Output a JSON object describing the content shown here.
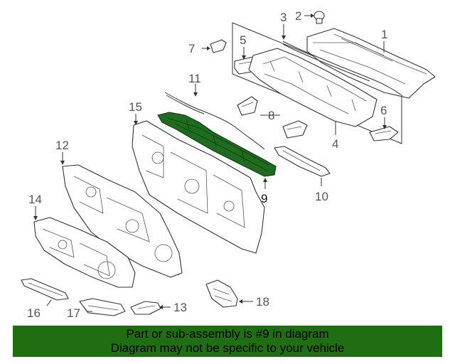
{
  "callouts": {
    "c1": "1",
    "c2": "2",
    "c3": "3",
    "c4": "4",
    "c5": "5",
    "c6": "6",
    "c7": "7",
    "c8": "8",
    "c9": "9",
    "c10": "10",
    "c11": "11",
    "c12": "12",
    "c13": "13",
    "c14": "14",
    "c15": "15",
    "c16": "16",
    "c17": "17",
    "c18": "18"
  },
  "highlighted_part": "9",
  "colors": {
    "highlight": "#1f6b1f",
    "banner": "#1f6e11"
  },
  "banner": {
    "line1": "Part or sub-assembly is #9 in diagram",
    "line2": "Diagram may not be specific to your vehicle"
  }
}
